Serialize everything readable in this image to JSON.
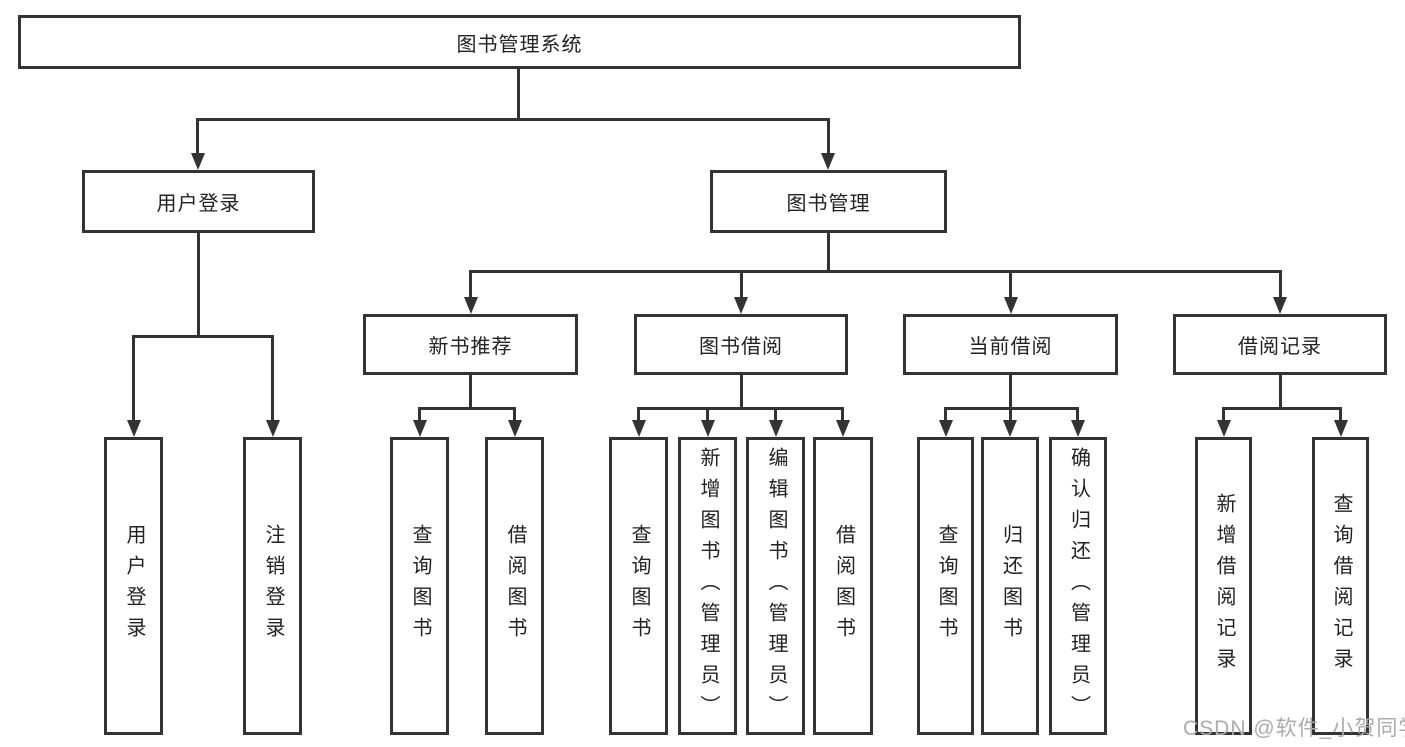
{
  "diagram": {
    "root": "图书管理系统",
    "level1": [
      "用户登录",
      "图书管理"
    ],
    "level2": [
      "新书推荐",
      "图书借阅",
      "当前借阅",
      "借阅记录"
    ],
    "leaves": {
      "user_login": [
        "用户登录",
        "注销登录"
      ],
      "new_book": [
        "查询图书",
        "借阅图书"
      ],
      "book_borrow": [
        "查询图书",
        "新增图书（管理员）",
        "编辑图书（管理员）",
        "借阅图书"
      ],
      "current_borrow": [
        "查询图书",
        "归还图书",
        "确认归还（管理员）"
      ],
      "borrow_record": [
        "新增借阅记录",
        "查询借阅记录"
      ]
    }
  },
  "watermark": {
    "text": "CSDN @软件_小贺同学",
    "color": "#ababab"
  },
  "colors": {
    "line": "#333333",
    "box_border": "#333333",
    "box_fill": "#ffffff",
    "text": "#222222",
    "background": "#ffffff"
  }
}
